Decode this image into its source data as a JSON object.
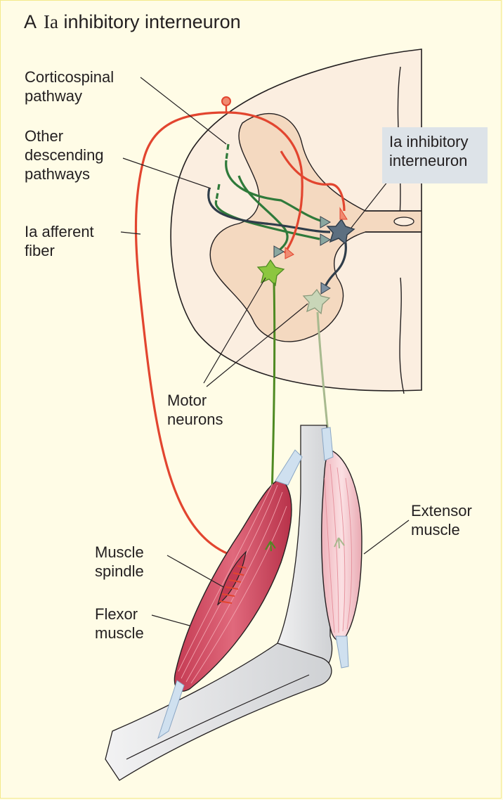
{
  "title": {
    "letter": "A",
    "roman_prefix": "Ia",
    "text": " inhibitory interneuron"
  },
  "labels": {
    "corticospinal": "Corticospinal\npathway",
    "other_descending": "Other\ndescending\npathways",
    "ia_afferent": "Ia afferent\nfiber",
    "ia_interneuron": "Ia inhibitory\ninterneuron",
    "motor_neurons": "Motor\nneurons",
    "extensor": "Extensor\nmuscle",
    "muscle_spindle": "Muscle\nspindle",
    "flexor": "Flexor\nmuscle"
  },
  "colors": {
    "background": "#fffce6",
    "spinal_cord": "#fbeee0",
    "gray_matter": "#f4d9c0",
    "ia_afferent": "#e2452f",
    "descending_green": "#2f7a3a",
    "interneuron": "#5c6f80",
    "flexor_motor_neuron": "#8cc63f",
    "extensor_motor_neuron": "#c9d6b8",
    "flexor_muscle": "#d9536a",
    "extensor_muscle": "#f4c7cc",
    "bone": "#e3e4e6"
  }
}
